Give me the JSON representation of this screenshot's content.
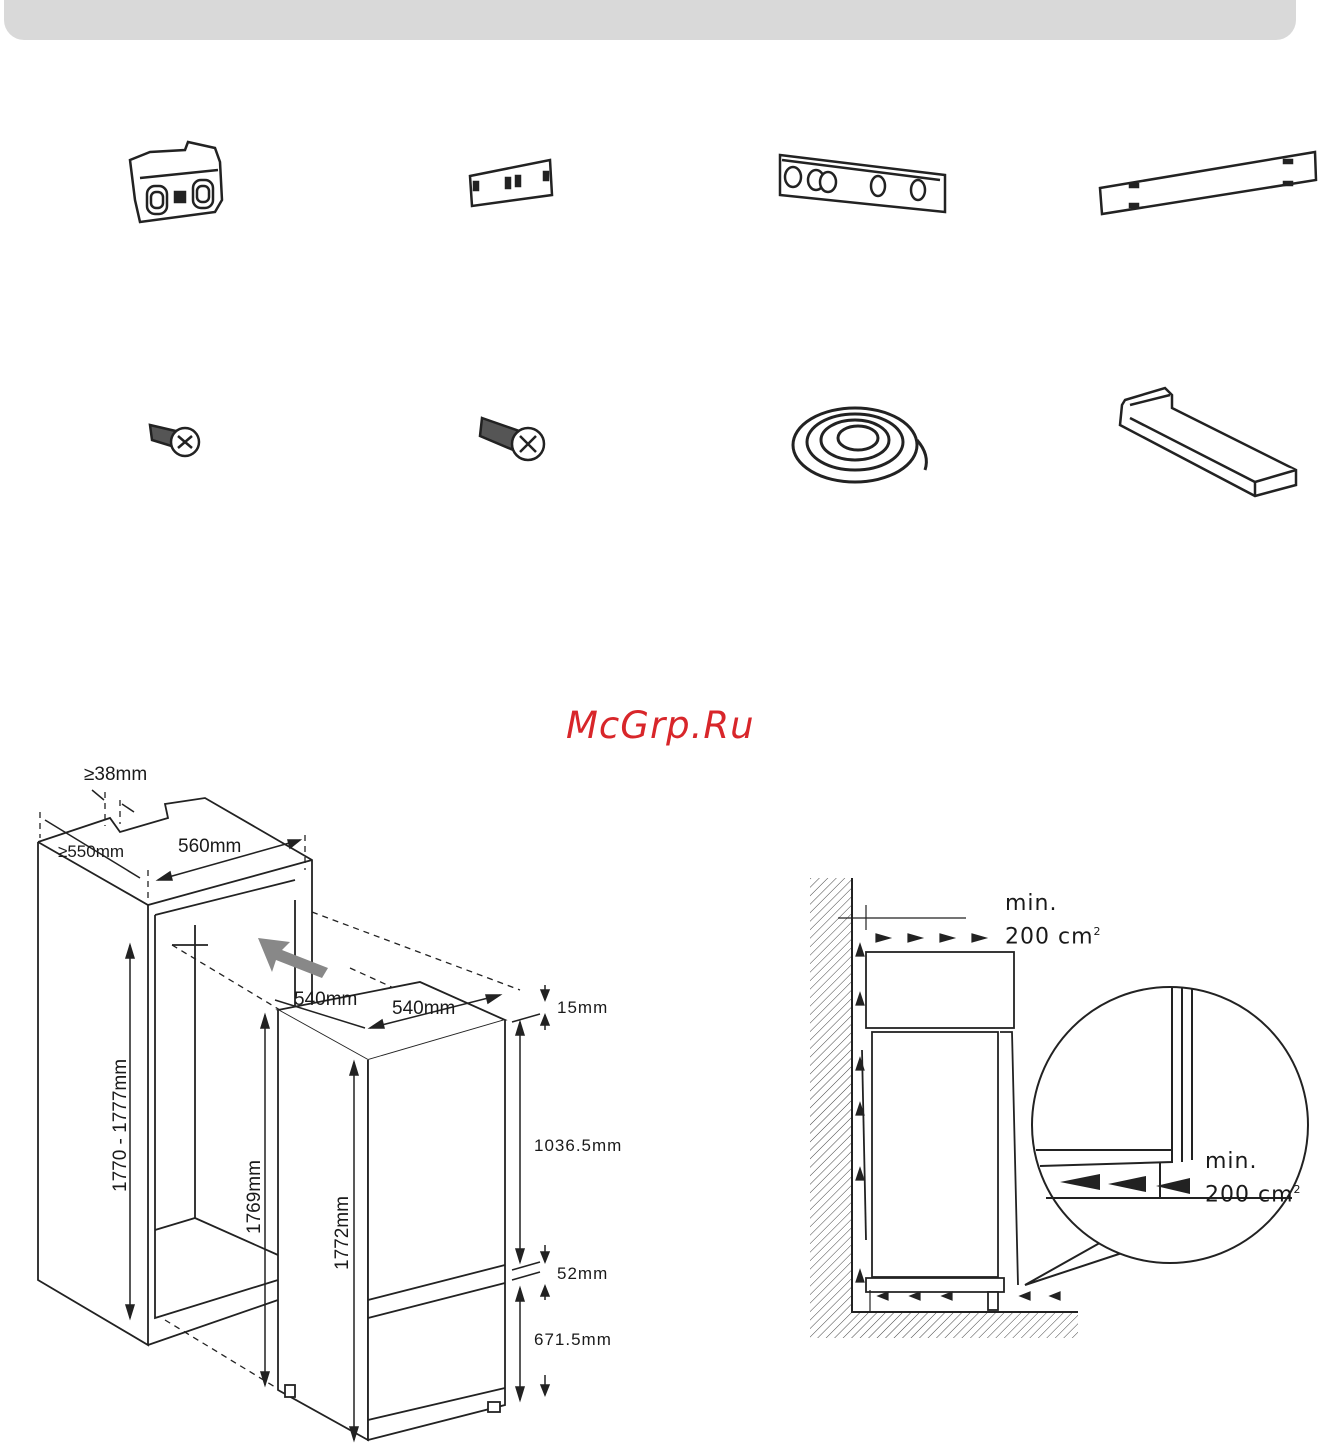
{
  "watermark": "McGrp.Ru",
  "parts": {
    "row1": [
      "hinge-bracket-icon",
      "small-plate-icon",
      "long-slotted-bracket-icon",
      "cover-strip-icon"
    ],
    "row2": [
      "short-screw-icon",
      "long-screw-icon",
      "sealing-tape-roll-icon",
      "l-bracket-icon"
    ]
  },
  "cabinet_dims": {
    "gap_top": "≥38mm",
    "depth_niche": "≥550mm",
    "width_niche": "560mm",
    "height_niche": "1770 - 1777mm",
    "appliance_depth": "540mm",
    "appliance_width": "540mm",
    "top_gap": "15mm",
    "upper_door": "1036.5mm",
    "door_gap": "52mm",
    "lower_door": "671.5mm",
    "appliance_height_a": "1769mm",
    "appliance_height_b": "1772mm"
  },
  "ventilation": {
    "top_label_1": "min.",
    "top_label_2": "200 cm",
    "top_sup": "2",
    "bottom_label_1": "min.",
    "bottom_label_2": "200 cm",
    "bottom_sup": "2"
  }
}
